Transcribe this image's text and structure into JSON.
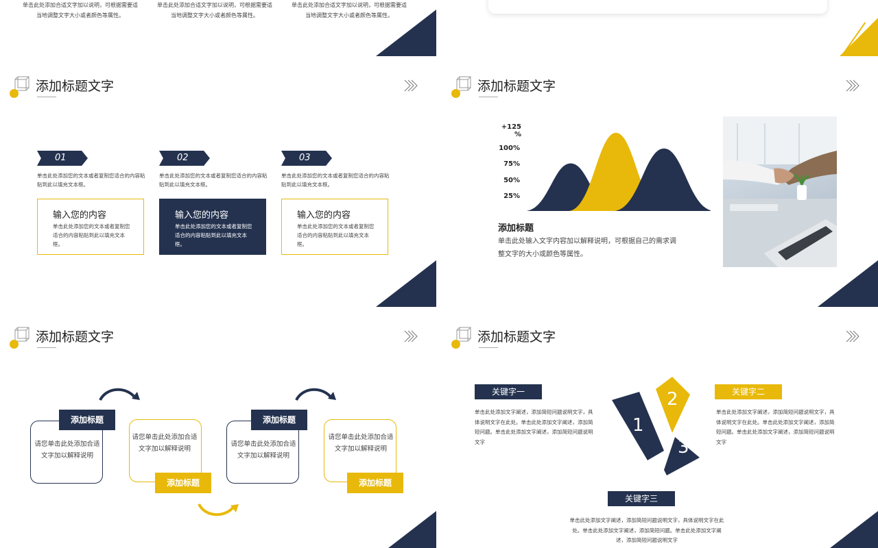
{
  "strip": {
    "left_texts": [
      "单击此处添加合适文字加以说明，可根据需要适当地调整文字大小或者颜色等属性。",
      "单击此处添加合适文字加以说明，可根据需要适当地调整文字大小或者颜色等属性。",
      "单击此处添加合适文字加以说明，可根据需要适当地调整文字大小或者颜色等属性。"
    ]
  },
  "colors": {
    "navy": "#24324f",
    "gold": "#e8b90a"
  },
  "header_title": "添加标题文字",
  "slide_a": {
    "tabs": [
      {
        "num": "01",
        "desc": "单击此处添加您的文本或者复制您适合的内容粘贴到此以填充文本框。",
        "box_title": "输入您的内容",
        "box_text": "单击此处添加您的文本或者复制您适合的内容粘贴到此以填充文本框。"
      },
      {
        "num": "02",
        "desc": "单击此处添加您的文本或者复制您适合的内容粘贴到此以填充文本框。",
        "box_title": "输入您的内容",
        "box_text": "单击此处添加您的文本或者复制您适合的内容粘贴到此以填充文本框。"
      },
      {
        "num": "03",
        "desc": "单击此处添加您的文本或者复制您适合的内容粘贴到此以填充文本框。",
        "box_title": "输入您的内容",
        "box_text": "单击此处添加您的文本或者复制您适合的内容粘贴到此以填充文本框。"
      }
    ]
  },
  "slide_b": {
    "chart_title": "添加标题",
    "chart_desc": "单击此处输入文字内容加以解释说明，可根据自己的需求调整文字的大小或颜色等属性。",
    "photo_icon": "handshake-photo"
  },
  "chart_data": {
    "type": "area",
    "y_ticks": [
      "+125 %",
      "100%",
      "75%",
      "50%",
      "25%"
    ],
    "series": [
      {
        "values": [
          70
        ],
        "color": "#24324f"
      },
      {
        "values": [
          115
        ],
        "color": "#e8b90a"
      },
      {
        "values": [
          92
        ],
        "color": "#24324f"
      }
    ],
    "ylim": [
      0,
      125
    ],
    "grid": false
  },
  "slide_c": {
    "items": [
      {
        "label": "添加标题",
        "text": "请您单击此处添加合适文字加以解释说明"
      },
      {
        "label": "添加标题",
        "text": "请您单击此处添加合适文字加以解释说明"
      },
      {
        "label": "添加标题",
        "text": "请您单击此处添加合适文字加以解释说明"
      },
      {
        "label": "添加标题",
        "text": "请您单击此处添加合适文字加以解释说明"
      }
    ]
  },
  "slide_d": {
    "kw1": "关键字一",
    "kw2": "关键字二",
    "kw3": "关键字三",
    "desc1": "单击此处添加文字阐述，添加简短问题说明文字，具体说明文字在此处。单击此处添加文字阐述，添加简短问题。单击此处添加文字阐述，添加简短问题说明文字",
    "desc2": "单击此处添加文字阐述，添加简短问题说明文字，具体说明文字在此处。单击此处添加文字阐述，添加简短问题。单击此处添加文字阐述，添加简短问题说明文字",
    "desc3": "单击此处添加文字阐述，添加简短问题说明文字，具体说明文字在此处。单击此处添加文字阐述，添加简短问题。单击此处添加文字阐述，添加简短问题说明文字",
    "n1": "1",
    "n2": "2",
    "n3": "3"
  }
}
